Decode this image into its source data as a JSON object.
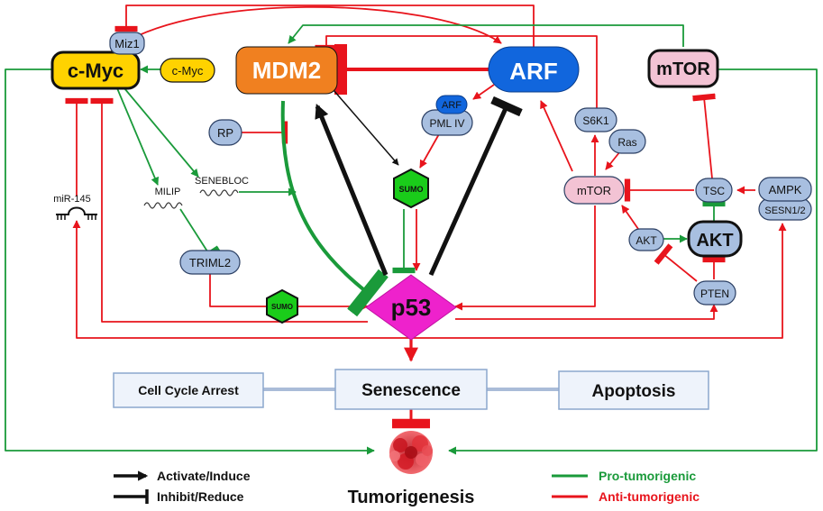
{
  "colors": {
    "pro": "#1a9a3a",
    "anti": "#e8141c",
    "black": "#111111",
    "node_blue": "#a8bfe0",
    "node_blue_stroke": "#2b3f63",
    "arf_blue": "#1166dd",
    "mdm2_orange": "#f08020",
    "cmyc_yellow": "#ffd200",
    "mtor_pink": "#f3c3d4",
    "p53_magenta": "#ee22cc",
    "sumo_green": "#1acc1a",
    "outcome_fill": "#eef3fb",
    "outcome_stroke": "#8ca7cd",
    "tumor_red": "#d9202a"
  },
  "nodes": {
    "cmyc": "c-Myc",
    "miz1": "Miz1",
    "cmyc_small": "c-Myc",
    "mdm2": "MDM2",
    "arf": "ARF",
    "mtor_big": "mTOR",
    "arf_small": "ARF",
    "pml_iv": "PML IV",
    "rp": "RP",
    "s6k1": "S6K1",
    "ras": "Ras",
    "mtor_small": "mTOR",
    "tsc": "TSC",
    "ampk": "AMPK",
    "sesn": "SESN1/2",
    "akt_small": "AKT",
    "akt_big": "AKT",
    "pten": "PTEN",
    "triml2": "TRIML2",
    "sumo_top": "SUMO",
    "sumo_bottom": "SUMO",
    "p53": "p53",
    "mir145": "miR-145",
    "milip": "MILIP",
    "senebloc": "SENEBLOC"
  },
  "outcomes": {
    "arrest": "Cell Cycle Arrest",
    "senescence": "Senescence",
    "apoptosis": "Apoptosis",
    "tumorigenesis": "Tumorigenesis"
  },
  "legend": {
    "activate": "Activate/Induce",
    "inhibit": "Inhibit/Reduce",
    "pro": "Pro-tumorigenic",
    "anti": "Anti-tumorigenic"
  }
}
